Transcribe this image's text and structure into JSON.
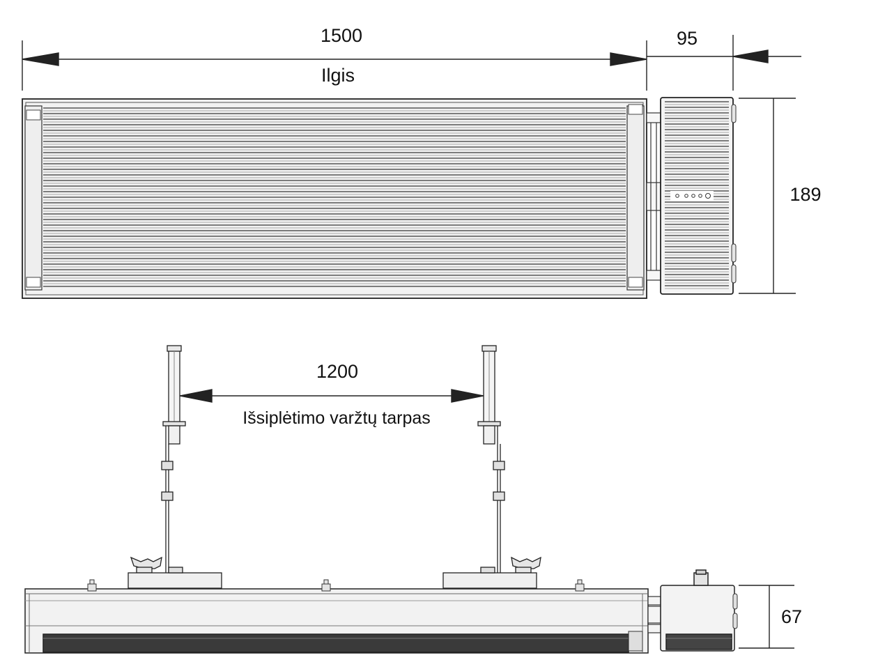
{
  "dimensions": {
    "length_value": "1500",
    "length_label": "Ilgis",
    "box_width_value": "95",
    "height_value": "189",
    "bolt_spacing_value": "1200",
    "bolt_spacing_label": "Išsiplėtimo varžtų tarpas",
    "depth_value": "67"
  },
  "colors": {
    "line": "#222222",
    "fin_dark": "#555555",
    "fin_light": "#a8a8a8",
    "frame": "#dcdcdc",
    "bar": "#3a3a3a"
  }
}
